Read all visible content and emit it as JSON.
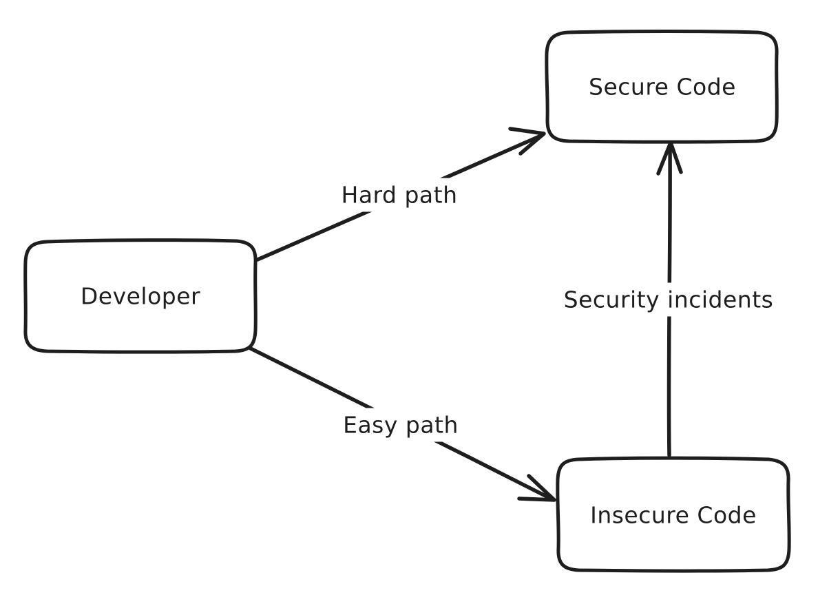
{
  "diagram": {
    "style": "hand-drawn",
    "background_color": "#ffffff",
    "stroke_color": "#1e1e1e",
    "nodes": [
      {
        "id": "developer",
        "label": "Developer"
      },
      {
        "id": "secure-code",
        "label": "Secure Code"
      },
      {
        "id": "insecure-code",
        "label": "Insecure Code"
      }
    ],
    "edges": [
      {
        "from": "developer",
        "to": "secure-code",
        "label": "Hard path"
      },
      {
        "from": "developer",
        "to": "insecure-code",
        "label": "Easy path"
      },
      {
        "from": "insecure-code",
        "to": "secure-code",
        "label": "Security incidents"
      }
    ]
  }
}
